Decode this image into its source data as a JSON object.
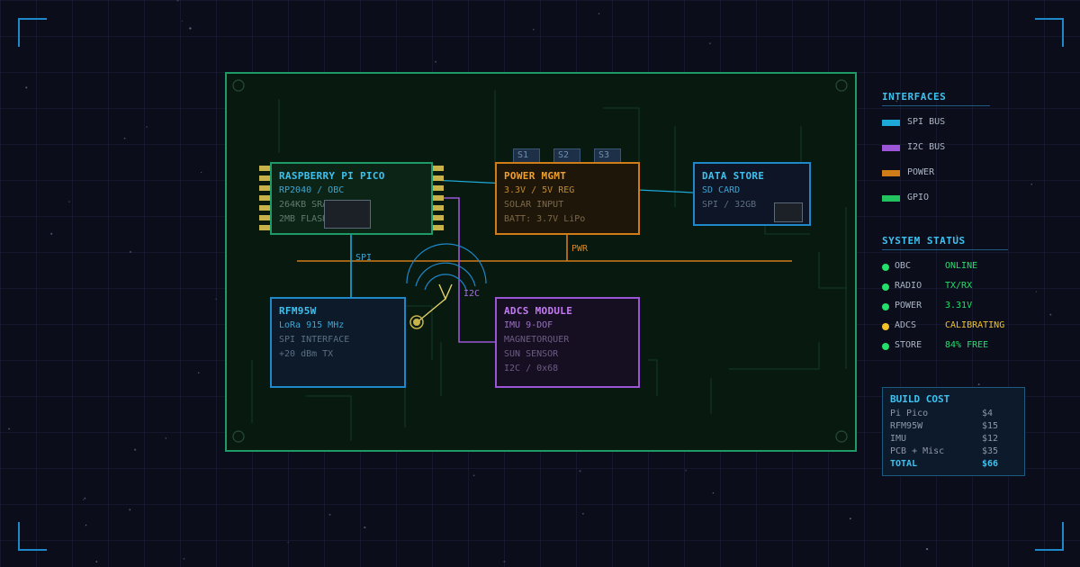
{
  "modules": {
    "pico": {
      "title": "RASPBERRY PI PICO",
      "line1": "RP2040 / OBC",
      "line2": "264KB SRAM",
      "line3": "2MB FLASH"
    },
    "power": {
      "title": "POWER MGMT",
      "line1": "3.3V / 5V REG",
      "line2": "SOLAR INPUT",
      "line3": "BATT: 3.7V LiPo"
    },
    "datastore": {
      "title": "DATA STORE",
      "line1": "SD CARD",
      "line2": "SPI / 32GB"
    },
    "rfm": {
      "title": "RFM95W",
      "line1": "LoRa 915 MHz",
      "line2": "SPI INTERFACE",
      "line3": "+20 dBm TX"
    },
    "adcs": {
      "title": "ADCS MODULE",
      "line1": "IMU 9-DOF",
      "line2": "MAGNETORQUER",
      "line3": "SUN SENSOR",
      "line4": "I2C / 0x68"
    }
  },
  "switches": [
    "S1",
    "S2",
    "S3"
  ],
  "bus_labels": {
    "spi": "SPI",
    "i2c": "I2C",
    "pwr": "PWR"
  },
  "interfaces": {
    "title": "INTERFACES",
    "items": [
      {
        "label": "SPI BUS",
        "color": "#1ea8d8"
      },
      {
        "label": "I2C BUS",
        "color": "#9b55d6"
      },
      {
        "label": "POWER",
        "color": "#d07c18"
      },
      {
        "label": "GPIO",
        "color": "#22c35e"
      }
    ]
  },
  "system_status": {
    "title": "SYSTEM STATUS",
    "items": [
      {
        "name": "OBC",
        "value": "ONLINE",
        "color": "#22e06a"
      },
      {
        "name": "RADIO",
        "value": "TX/RX",
        "color": "#22e06a"
      },
      {
        "name": "POWER",
        "value": "3.31V",
        "color": "#22e06a"
      },
      {
        "name": "ADCS",
        "value": "CALIBRATING",
        "color": "#f3c12a"
      },
      {
        "name": "STORE",
        "value": "84% FREE",
        "color": "#22e06a"
      }
    ]
  },
  "build_cost": {
    "title": "BUILD COST",
    "rows": [
      {
        "item": "Pi Pico",
        "cost": "$4"
      },
      {
        "item": "RFM95W",
        "cost": "$15"
      },
      {
        "item": "IMU",
        "cost": "$12"
      },
      {
        "item": "PCB + Misc",
        "cost": "$35"
      }
    ],
    "total": {
      "item": "TOTAL",
      "cost": "$66"
    }
  }
}
